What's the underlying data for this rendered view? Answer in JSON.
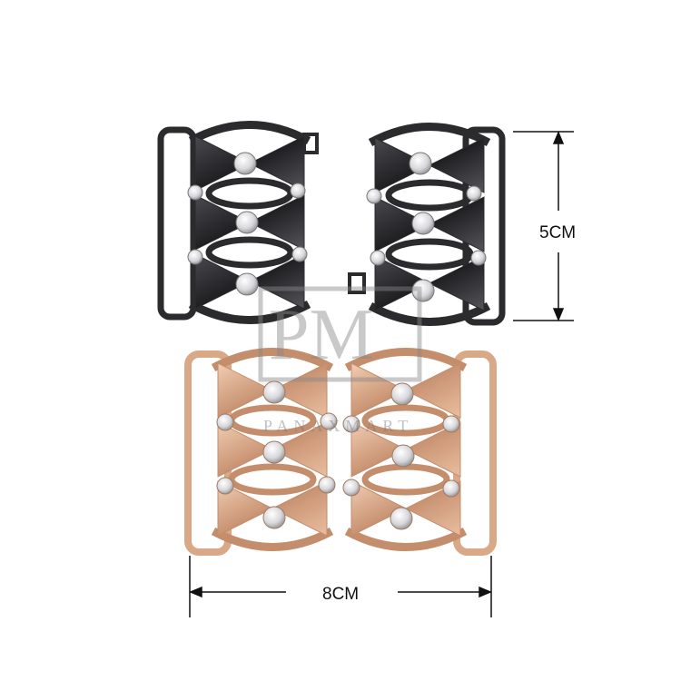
{
  "dimensions": {
    "height_label": "5CM",
    "width_label": "8CM"
  },
  "watermark": {
    "logo": "PM",
    "brand": "PANAXMART"
  },
  "colors": {
    "black_finish": "#2b2b2e",
    "gold_finish": "#d9a987",
    "stone": "#e6e6ea",
    "dimension_line": "#111111"
  }
}
